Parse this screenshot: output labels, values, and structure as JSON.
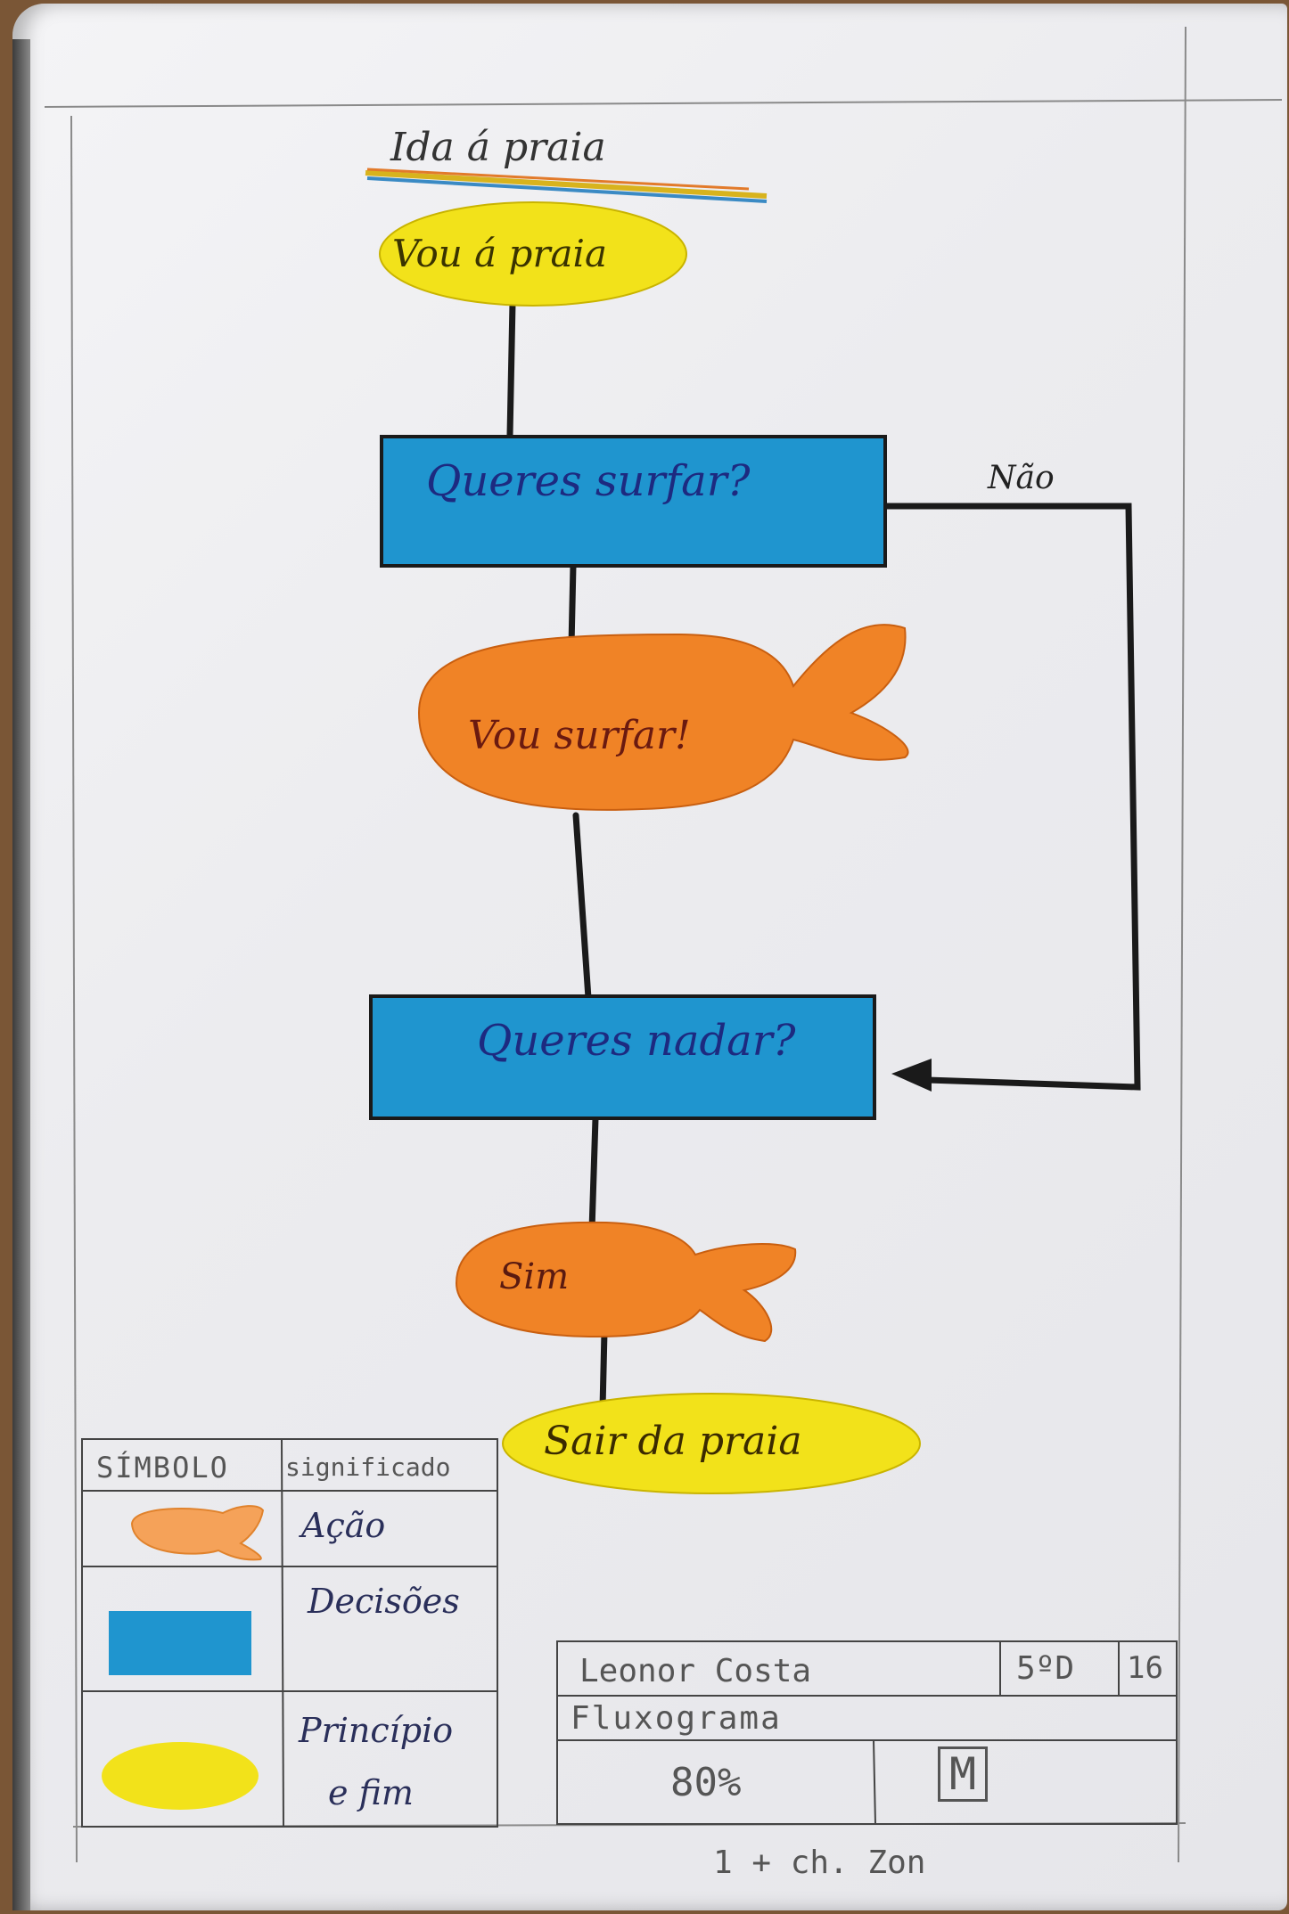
{
  "title": "Ida á praia",
  "nodes": {
    "start": "Vou á praia",
    "q1": "Queres surfar?",
    "a1": "Vou surfar!",
    "q2": "Queres nadar?",
    "a2": "Sim",
    "end": "Sair da praia"
  },
  "edge_labels": {
    "no": "Não"
  },
  "legend": {
    "header_symbol": "SÍMBOLO",
    "header_meaning": "significado",
    "action": "Ação",
    "decision": "Decisões",
    "start_end_line1": "Princípio",
    "start_end_line2": "e fim"
  },
  "title_block": {
    "name": "Leonor Costa",
    "class": "5ºD",
    "number": "16",
    "subject": "Fluxograma",
    "grade": "80%",
    "initials": "M"
  },
  "footer_note": "1 + ch. Zon",
  "colors": {
    "terminal": "#f2e21a",
    "decision": "#1f95cf",
    "action": "#f08326",
    "ink": "#1a1a1a"
  }
}
